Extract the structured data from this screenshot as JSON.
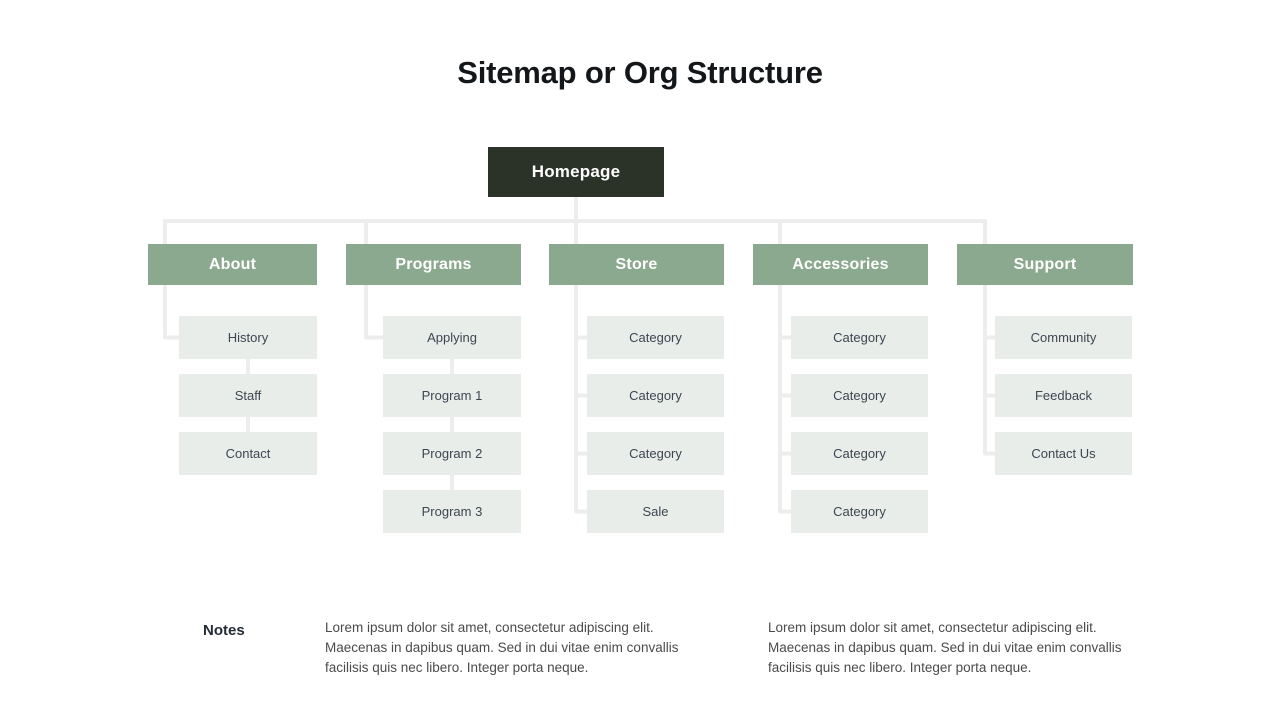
{
  "page": {
    "title": "Sitemap or Org Structure",
    "background_color": "#ffffff"
  },
  "colors": {
    "root_node": "#2b3329",
    "section_node": "#8ba98e",
    "leaf_node": "#e8edea",
    "connector": "#ededed",
    "title_text": "#14171a",
    "leaf_text": "#3d4651",
    "node_text_light": "#ffffff",
    "notes_text": "#4b4b4b"
  },
  "diagram": {
    "type": "sitemap-tree",
    "root": {
      "label": "Homepage"
    },
    "sections": [
      {
        "label": "About",
        "connector_style": "chain",
        "children": [
          {
            "label": "History"
          },
          {
            "label": "Staff"
          },
          {
            "label": "Contact"
          }
        ]
      },
      {
        "label": "Programs",
        "connector_style": "chain",
        "children": [
          {
            "label": "Applying"
          },
          {
            "label": "Program 1"
          },
          {
            "label": "Program 2"
          },
          {
            "label": "Program 3"
          }
        ]
      },
      {
        "label": "Store",
        "connector_style": "bracket",
        "children": [
          {
            "label": "Category"
          },
          {
            "label": "Category"
          },
          {
            "label": "Category"
          },
          {
            "label": "Sale"
          }
        ]
      },
      {
        "label": "Accessories",
        "connector_style": "bracket",
        "children": [
          {
            "label": "Category"
          },
          {
            "label": "Category"
          },
          {
            "label": "Category"
          },
          {
            "label": "Category"
          }
        ]
      },
      {
        "label": "Support",
        "connector_style": "bracket",
        "children": [
          {
            "label": "Community"
          },
          {
            "label": "Feedback"
          },
          {
            "label": "Contact Us"
          }
        ]
      }
    ]
  },
  "notes": {
    "label": "Notes",
    "columns": [
      "Lorem ipsum dolor sit amet, consectetur adipiscing elit. Maecenas in dapibus quam. Sed in dui vitae enim convallis facilisis quis nec libero. Integer porta neque.",
      "Lorem ipsum dolor sit amet, consectetur adipiscing elit. Maecenas in dapibus quam. Sed in dui vitae enim convallis facilisis quis nec libero. Integer porta neque."
    ]
  }
}
